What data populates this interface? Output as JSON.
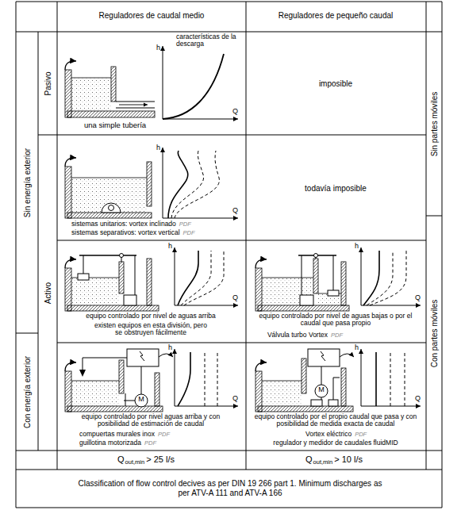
{
  "diagram": {
    "caption": "Classification of flow control decives as per DIN 19 266 part 1. Minimum discharges as per ATV-A 111 and ATV-A 166",
    "labels": [
      "Reguladores de caudal medio",
      "Reguladores de pequeño caudal",
      "Sin energía exterior",
      "Pasivo",
      "características de la descarga",
      "h",
      "Q",
      "una simple tubería",
      "imposible",
      "Sin partes móviles",
      "h",
      "Q",
      "sistemas unitarios: vortex inclinado",
      "PDF",
      "sistemas separativos: vortex vertical",
      "PDF",
      "todavía imposible",
      "Activo",
      "h",
      "Q",
      "equipo controlado por nivel de aguas arriba",
      "existen equipos en esta división, pero se obstruyen fácilmente",
      "h",
      "Q",
      "equipo controlado por nivel de aguas bajas o por el caudal que pasa propio",
      "Válvula turbo Vortex",
      "PDF",
      "Con partes móviles",
      "M",
      "h",
      "Q",
      "equipo controlado por nivel aguas arriba y con posibilidad de estimación de caudal",
      "compuertas murales inox",
      "PDF",
      "guillotina motorizada",
      "PDF",
      "M",
      "h",
      "Q",
      "equipo controlado por el propio caudal que pasa y con posibilidad de medida exacta de caudal",
      "Vortex eléctrico",
      "PDF",
      "regulador y medidor de caudales fluidMID",
      "Con energía exterior",
      "Q",
      "out,min",
      "> 25 l/s",
      "Q",
      "out,min",
      "> 10 l/s"
    ]
  }
}
